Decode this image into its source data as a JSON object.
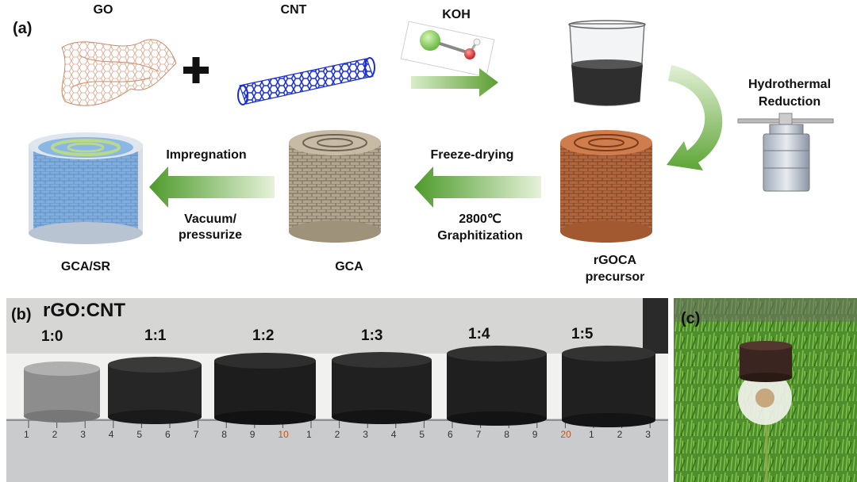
{
  "panel_a": {
    "label": "(a)",
    "go": "GO",
    "cnt": "CNT",
    "koh": "KOH",
    "hydro_line1": "Hydrothermal",
    "hydro_line2": "Reduction",
    "impregnation": "Impregnation",
    "vacuum_line1": "Vacuum/",
    "vacuum_line2": "pressurize",
    "freeze": "Freeze-drying",
    "temp": "2800℃",
    "graph": "Graphitization",
    "gcasr": "GCA/SR",
    "gca": "GCA",
    "rgoca_line1": "rGOCA",
    "rgoca_line2": "precursor"
  },
  "panel_b": {
    "label": "(b)",
    "title": "rGO:CNT",
    "ratios": [
      "1:0",
      "1:1",
      "1:2",
      "1:3",
      "1:4",
      "1:5"
    ],
    "ruler_ticks": [
      "1",
      "2",
      "3",
      "4",
      "5",
      "6",
      "7",
      "8",
      "9",
      "10",
      "1",
      "2",
      "3",
      "4",
      "5",
      "6",
      "7",
      "8",
      "9",
      "20",
      "1",
      "2",
      "3"
    ]
  },
  "panel_c": {
    "label": "(c)"
  },
  "colors": {
    "arrow_green": "#6aaa3c",
    "rgoca_brown": "#b86a3c",
    "gca_beige": "#b5a58c",
    "gcasr_blue": "#7faee0"
  }
}
